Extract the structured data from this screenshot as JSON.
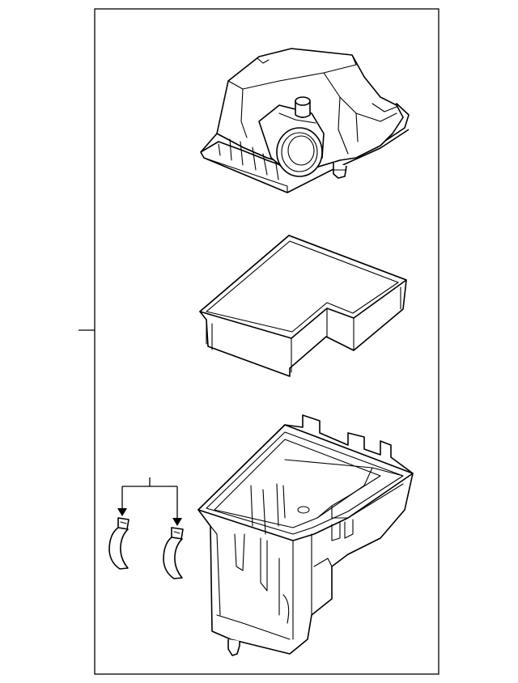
{
  "diagram": {
    "parts": [
      "air-cleaner-cover",
      "air-filter-element",
      "air-cleaner-housing",
      "retaining-clip-left",
      "retaining-clip-right"
    ],
    "callouts": [],
    "line_color": "#000000",
    "background": "#ffffff"
  }
}
